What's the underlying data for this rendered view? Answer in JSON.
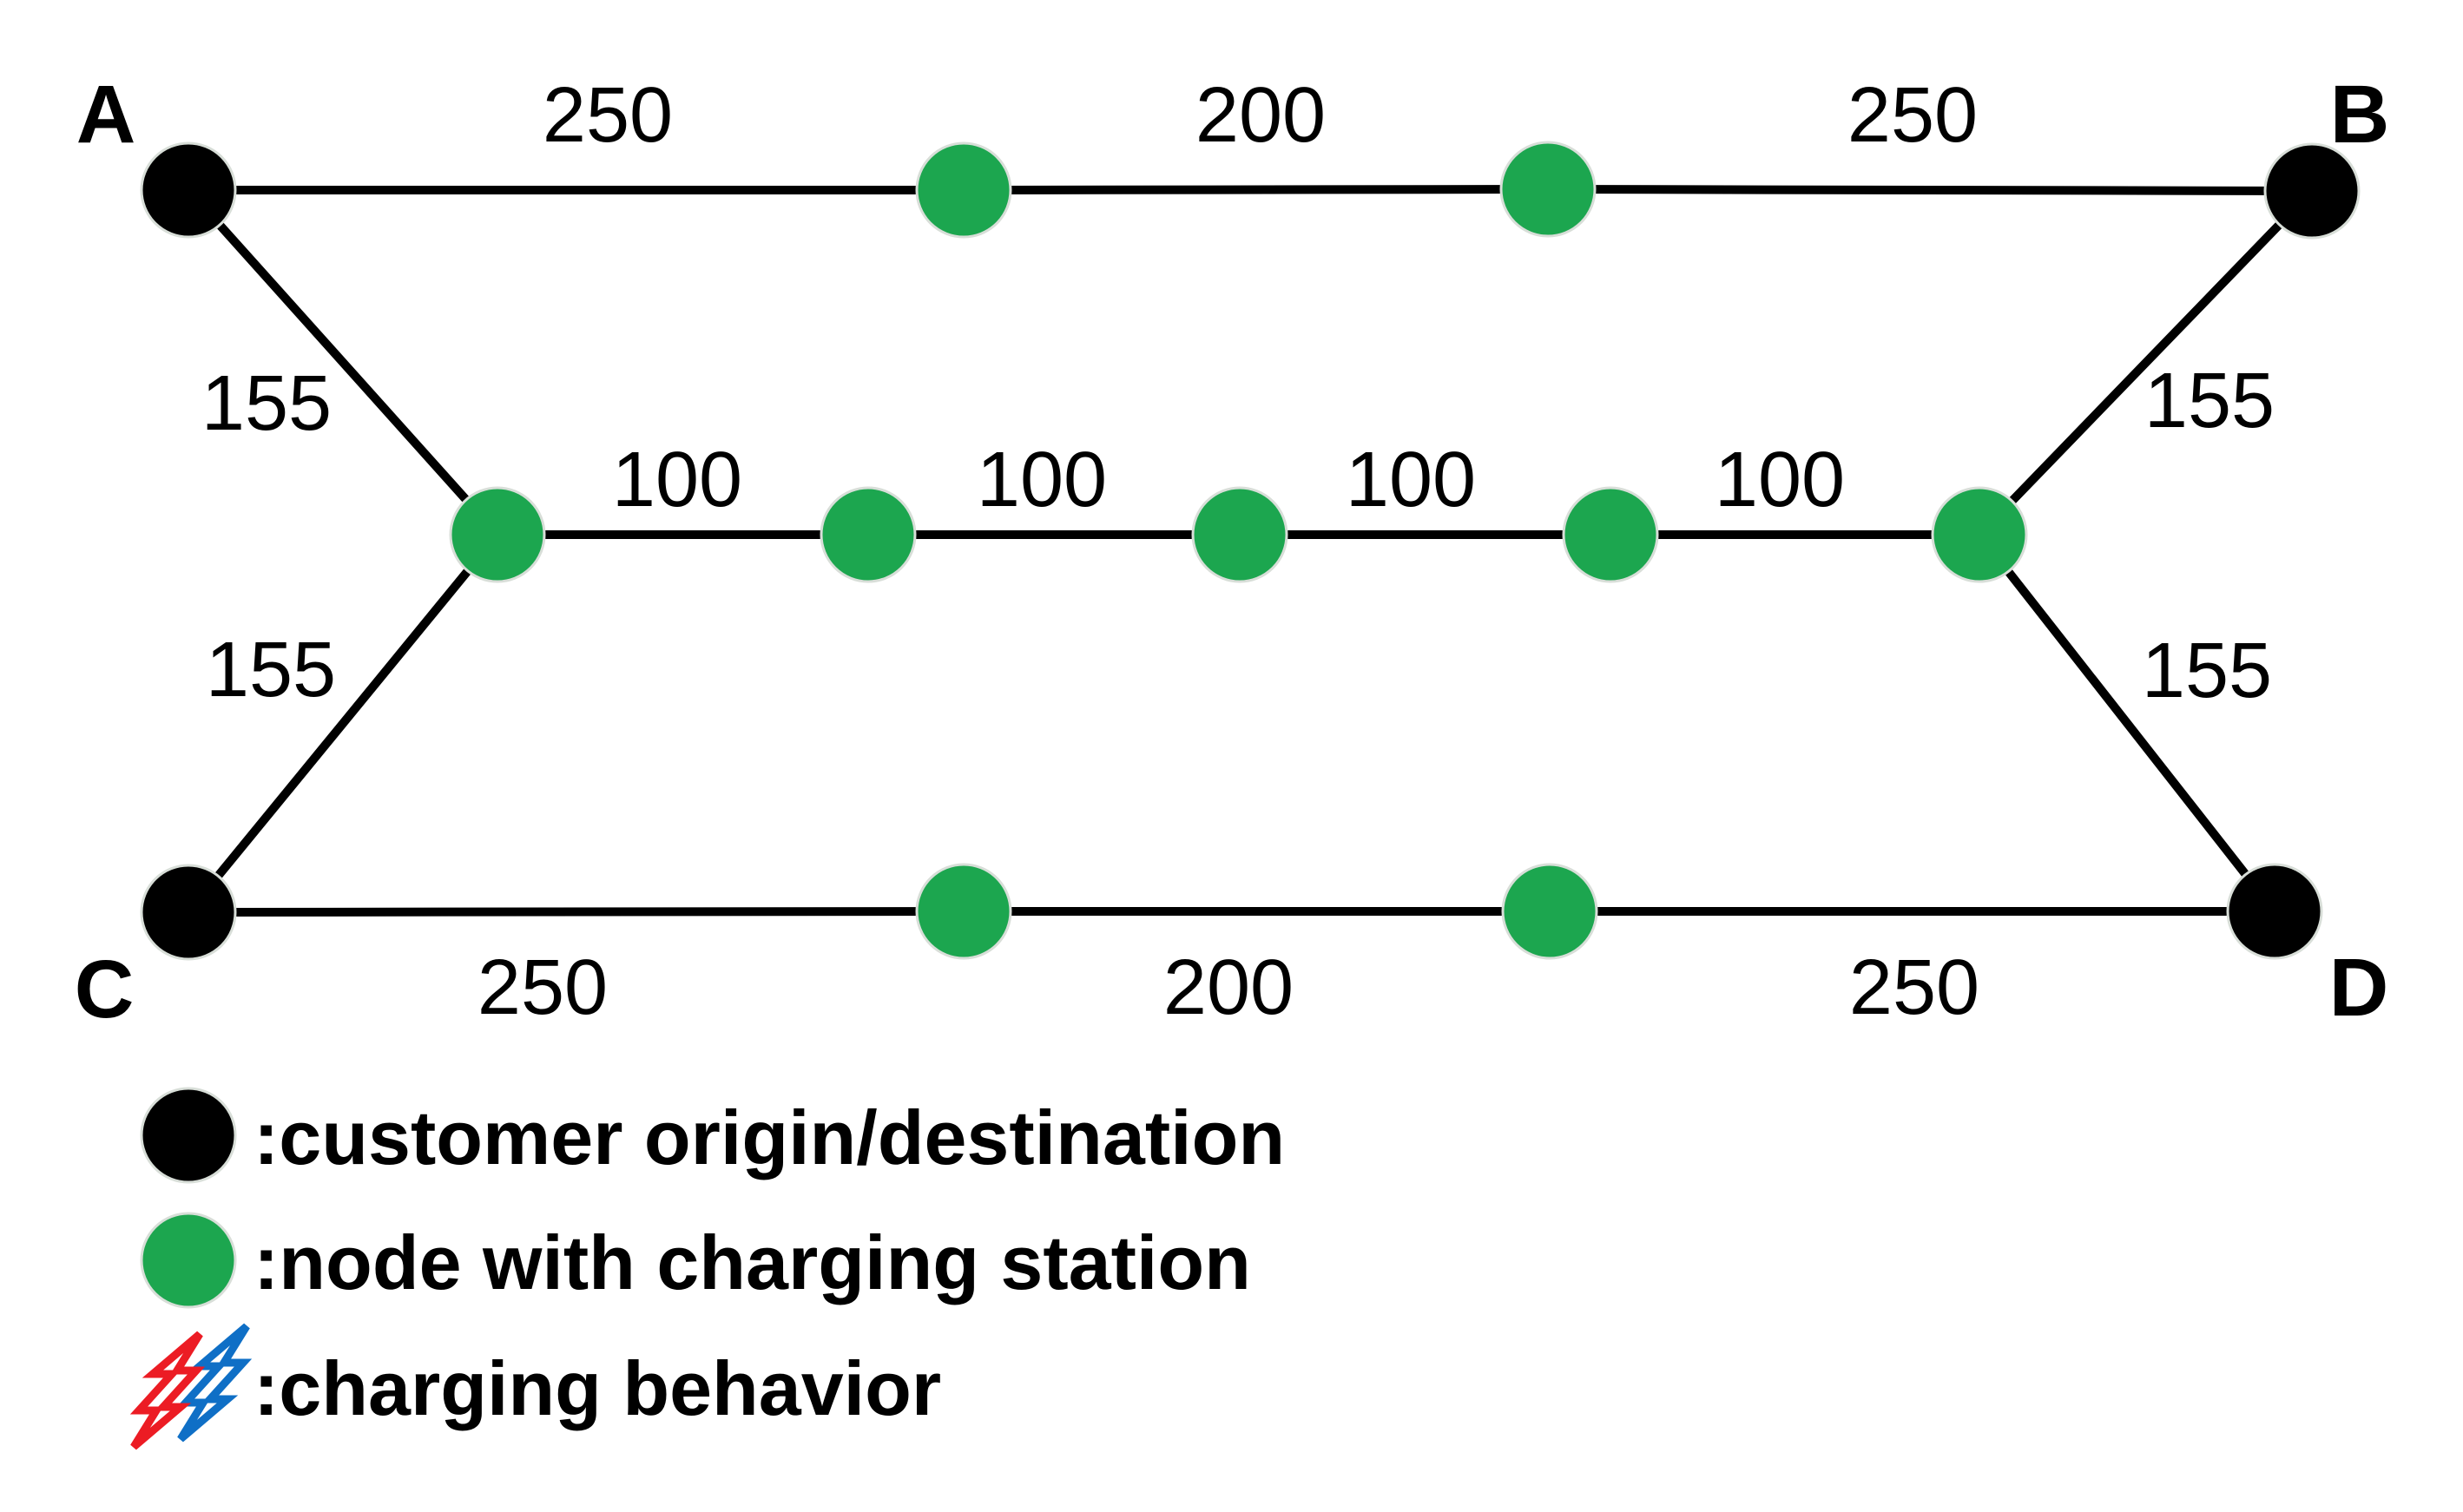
{
  "figure": {
    "description": "Network diagram of customer origin/destination nodes and charging-station nodes with edge distances",
    "colors": {
      "customer": "#000000",
      "charging": "#1CA64F",
      "edge": "#000000",
      "bolt_red": "#EC1C24",
      "bolt_blue": "#0F6FC6"
    },
    "nodes": [
      {
        "id": "A",
        "label": "A",
        "type": "customer"
      },
      {
        "id": "B",
        "label": "B",
        "type": "customer"
      },
      {
        "id": "C",
        "label": "C",
        "type": "customer"
      },
      {
        "id": "D",
        "label": "D",
        "type": "customer"
      },
      {
        "id": "charge-top-1",
        "type": "charging"
      },
      {
        "id": "charge-top-2",
        "type": "charging"
      },
      {
        "id": "charge-mid-1",
        "type": "charging"
      },
      {
        "id": "charge-mid-2",
        "type": "charging"
      },
      {
        "id": "charge-mid-3",
        "type": "charging"
      },
      {
        "id": "charge-mid-4",
        "type": "charging"
      },
      {
        "id": "charge-mid-5",
        "type": "charging"
      },
      {
        "id": "charge-bottom-1",
        "type": "charging"
      },
      {
        "id": "charge-bottom-2",
        "type": "charging"
      }
    ],
    "edges": [
      {
        "from": "A",
        "to": "charge-top-1",
        "label": "250"
      },
      {
        "from": "charge-top-1",
        "to": "charge-top-2",
        "label": "200"
      },
      {
        "from": "charge-top-2",
        "to": "B",
        "label": "250"
      },
      {
        "from": "A",
        "to": "charge-mid-1",
        "label": "155"
      },
      {
        "from": "C",
        "to": "charge-mid-1",
        "label": "155"
      },
      {
        "from": "charge-mid-1",
        "to": "charge-mid-2",
        "label": "100"
      },
      {
        "from": "charge-mid-2",
        "to": "charge-mid-3",
        "label": "100"
      },
      {
        "from": "charge-mid-3",
        "to": "charge-mid-4",
        "label": "100"
      },
      {
        "from": "charge-mid-4",
        "to": "charge-mid-5",
        "label": "100"
      },
      {
        "from": "charge-mid-5",
        "to": "B",
        "label": "155"
      },
      {
        "from": "charge-mid-5",
        "to": "D",
        "label": "155"
      },
      {
        "from": "C",
        "to": "charge-bottom-1",
        "label": "250"
      },
      {
        "from": "charge-bottom-1",
        "to": "charge-bottom-2",
        "label": "200"
      },
      {
        "from": "charge-bottom-2",
        "to": "D",
        "label": "250"
      }
    ],
    "legend": {
      "items": [
        {
          "icon": "customer-node",
          "label": ":customer origin/destination"
        },
        {
          "icon": "charging-node",
          "label": ":node with charging station"
        },
        {
          "icon": "charging-bolts",
          "label": ":charging behavior"
        }
      ]
    }
  }
}
